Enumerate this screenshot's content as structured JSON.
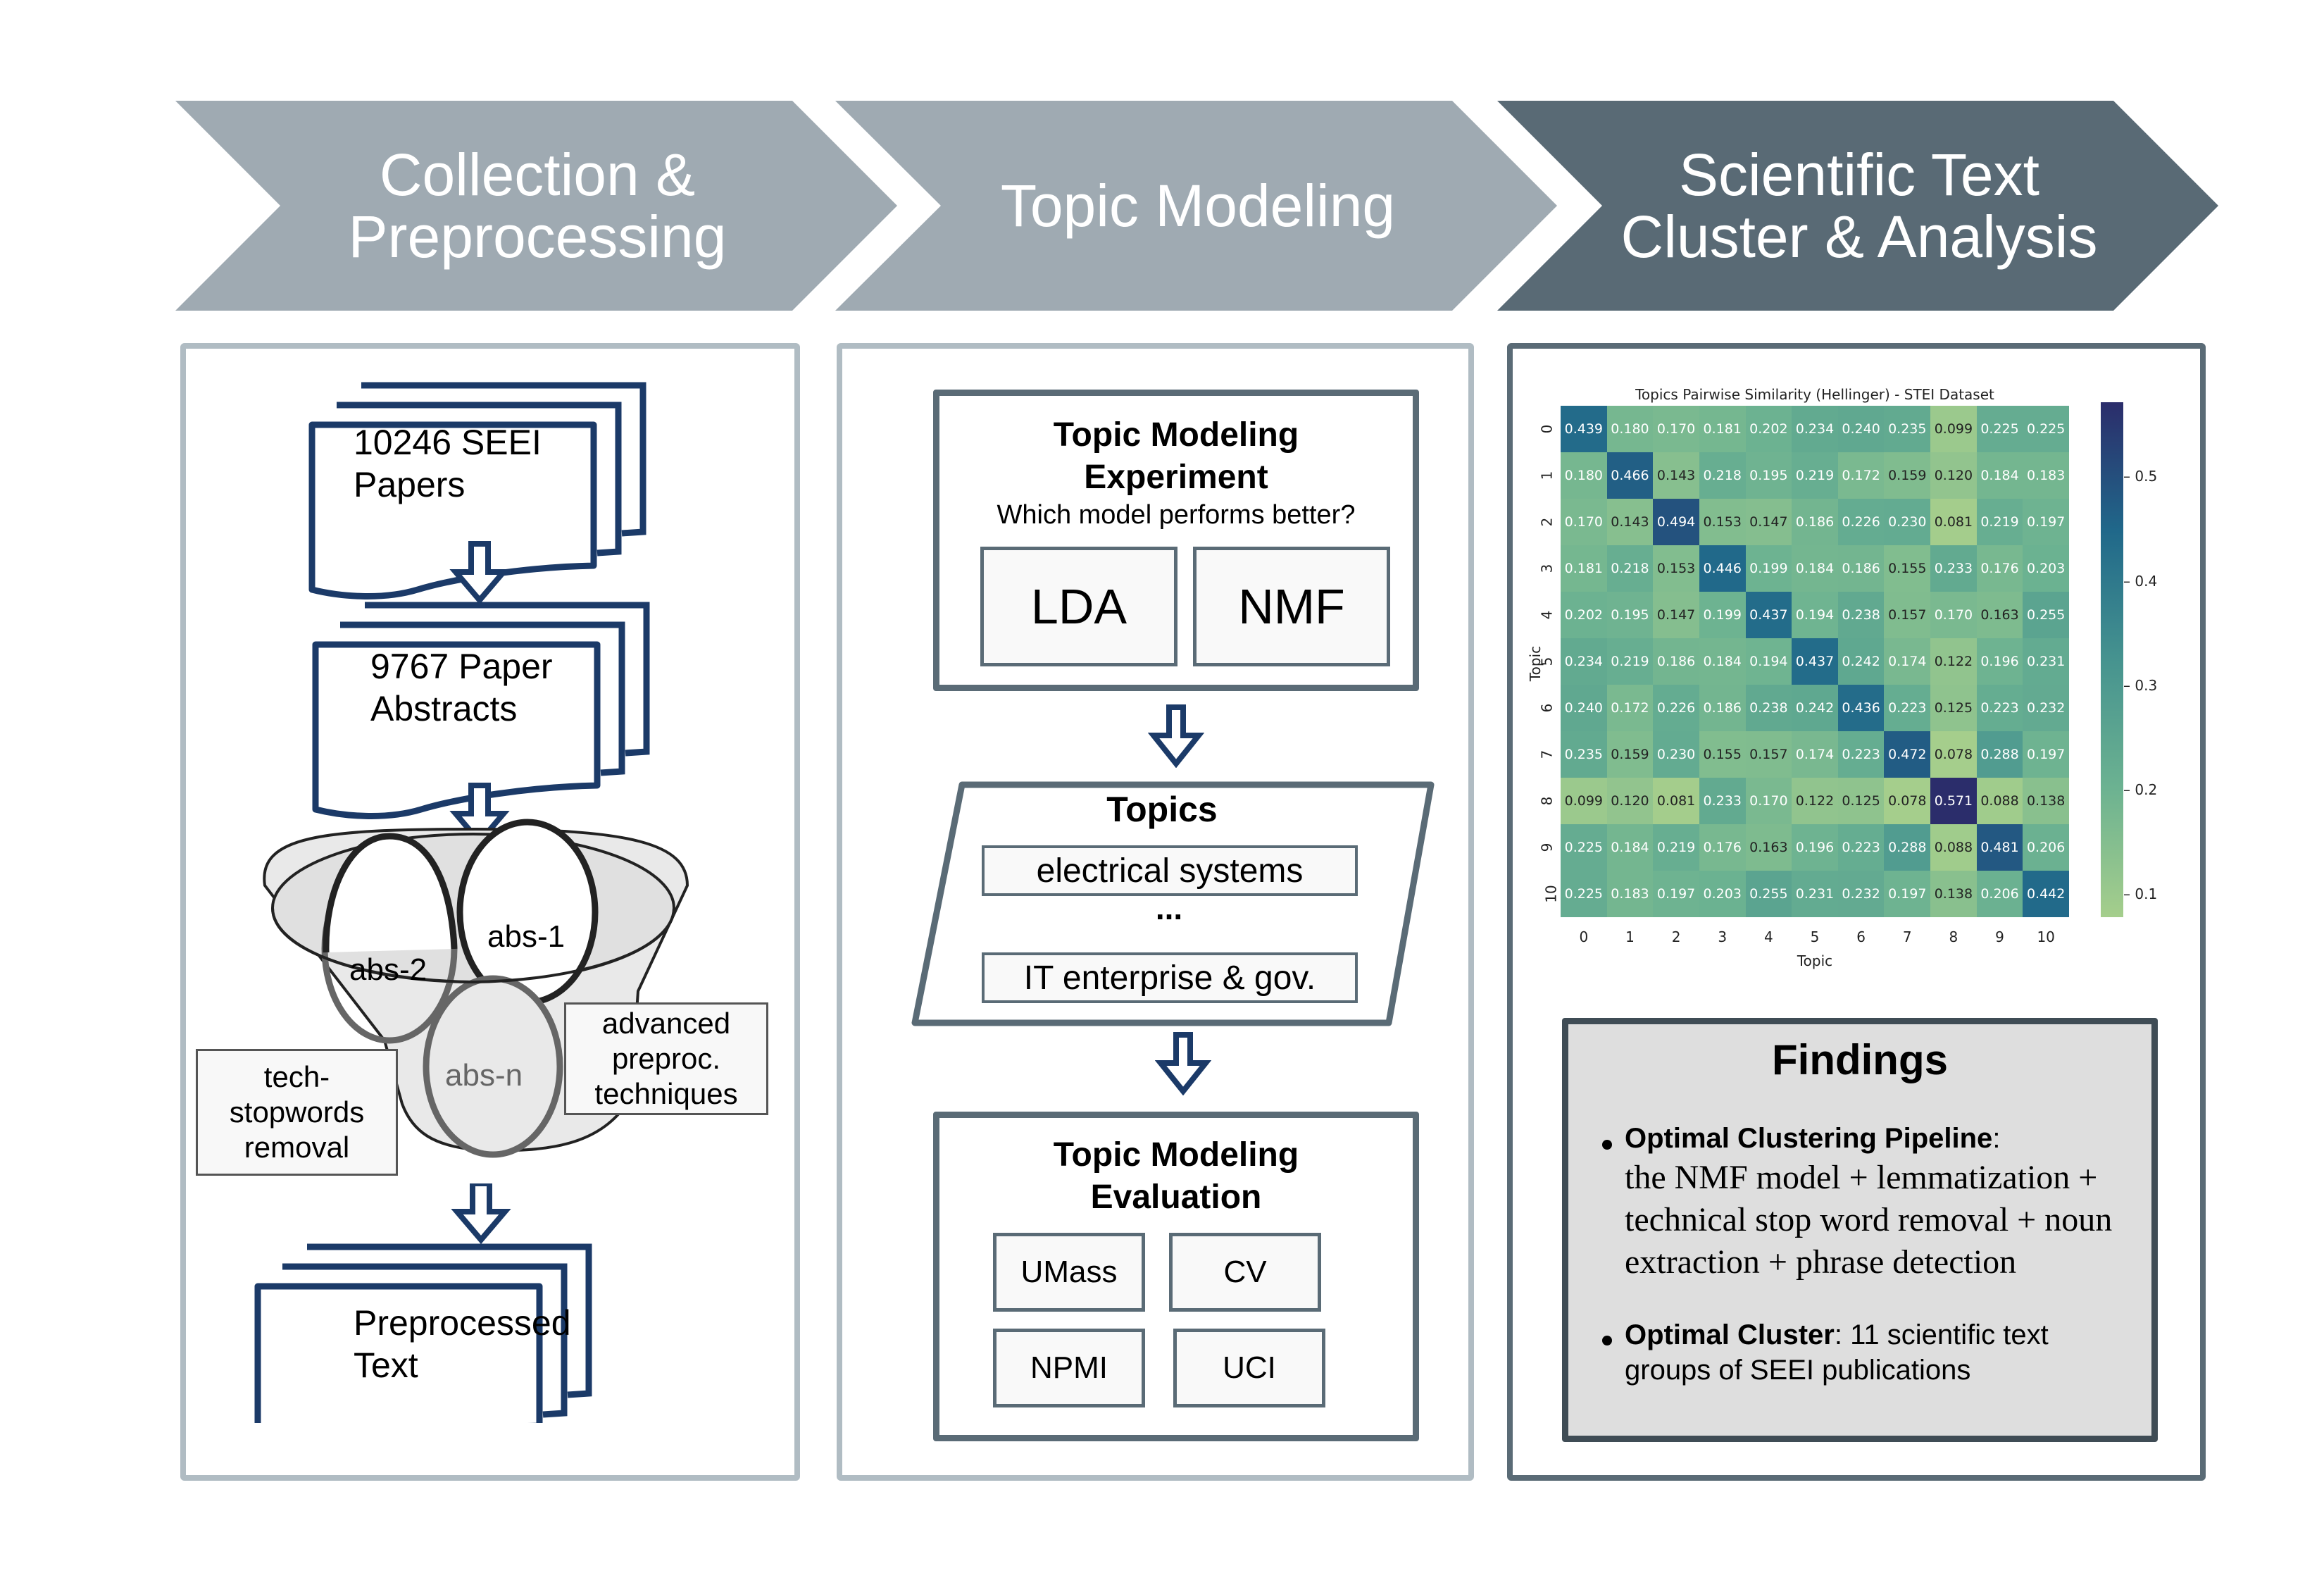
{
  "stages": [
    {
      "label": "Collection &\nPreprocessing",
      "color": "#9faab2"
    },
    {
      "label": "Topic Modeling",
      "color": "#9faab2"
    },
    {
      "label": "Scientific Text\nCluster & Analysis",
      "color": "#596a75"
    }
  ],
  "colors": {
    "doc_stroke": "#1b3a68",
    "panel_light": "#b0bcc3",
    "panel_dark": "#5a6b76",
    "box_stroke": "#5a6b76",
    "findings_bg": "#dedede"
  },
  "collection": {
    "doc1": "10246 SEEI\nPapers",
    "doc2": "9767 Paper\nAbstracts",
    "funnel": {
      "abs1": "abs-1",
      "abs2": "abs-2",
      "absn": "abs-n",
      "left_note": "tech-\nstopwords\nremoval",
      "right_note": "advanced\npreproc.\ntechniques"
    },
    "doc3": "Preprocessed\nText"
  },
  "topic_modeling": {
    "experiment": {
      "title": "Topic Modeling\nExperiment",
      "subtitle": "Which model performs better?",
      "models": [
        "LDA",
        "NMF"
      ]
    },
    "topics": {
      "title": "Topics",
      "items": [
        "electrical systems",
        "IT enterprise & gov."
      ],
      "ellipsis": "..."
    },
    "evaluation": {
      "title": "Topic Modeling\nEvaluation",
      "metrics": [
        "UMass",
        "CV",
        "NPMI",
        "UCI"
      ]
    }
  },
  "analysis": {
    "findings": {
      "title": "Findings",
      "items": [
        {
          "bold": "Optimal Clustering Pipeline",
          "sep": ":",
          "text": "the NMF model + lemmatization + technical stop word removal + noun extraction + phrase detection"
        },
        {
          "bold": "Optimal Cluster",
          "sep": ":",
          "text": " 11 scientific text groups of SEEI publications"
        }
      ]
    }
  },
  "chart_data": {
    "type": "heatmap",
    "title": "Topics Pairwise Similarity (Hellinger) - STEI Dataset",
    "xlabel": "Topic",
    "ylabel": "Topic",
    "x": [
      "0",
      "1",
      "2",
      "3",
      "4",
      "5",
      "6",
      "7",
      "8",
      "9",
      "10"
    ],
    "y": [
      "0",
      "1",
      "2",
      "3",
      "4",
      "5",
      "6",
      "7",
      "8",
      "9",
      "10"
    ],
    "values": [
      [
        0.439,
        0.18,
        0.17,
        0.181,
        0.202,
        0.234,
        0.24,
        0.235,
        0.099,
        0.225,
        0.225
      ],
      [
        0.18,
        0.466,
        0.143,
        0.218,
        0.195,
        0.219,
        0.172,
        0.159,
        0.12,
        0.184,
        0.183
      ],
      [
        0.17,
        0.143,
        0.494,
        0.153,
        0.147,
        0.186,
        0.226,
        0.23,
        0.081,
        0.219,
        0.197
      ],
      [
        0.181,
        0.218,
        0.153,
        0.446,
        0.199,
        0.184,
        0.186,
        0.155,
        0.233,
        0.176,
        0.203
      ],
      [
        0.202,
        0.195,
        0.147,
        0.199,
        0.437,
        0.194,
        0.238,
        0.157,
        0.17,
        0.163,
        0.255
      ],
      [
        0.234,
        0.219,
        0.186,
        0.184,
        0.194,
        0.437,
        0.242,
        0.174,
        0.122,
        0.196,
        0.231
      ],
      [
        0.24,
        0.172,
        0.226,
        0.186,
        0.238,
        0.242,
        0.436,
        0.223,
        0.125,
        0.223,
        0.232
      ],
      [
        0.235,
        0.159,
        0.23,
        0.155,
        0.157,
        0.174,
        0.223,
        0.472,
        0.078,
        0.288,
        0.197
      ],
      [
        0.099,
        0.12,
        0.081,
        0.233,
        0.17,
        0.122,
        0.125,
        0.078,
        0.571,
        0.088,
        0.138
      ],
      [
        0.225,
        0.184,
        0.219,
        0.176,
        0.163,
        0.196,
        0.223,
        0.288,
        0.088,
        0.481,
        0.206
      ],
      [
        0.225,
        0.183,
        0.197,
        0.203,
        0.255,
        0.231,
        0.232,
        0.197,
        0.138,
        0.206,
        0.442
      ]
    ],
    "colorbar": {
      "range": [
        0.078,
        0.571
      ],
      "ticks": [
        0.1,
        0.2,
        0.3,
        0.4,
        0.5
      ],
      "colormap": "crest"
    },
    "annotations": true
  }
}
